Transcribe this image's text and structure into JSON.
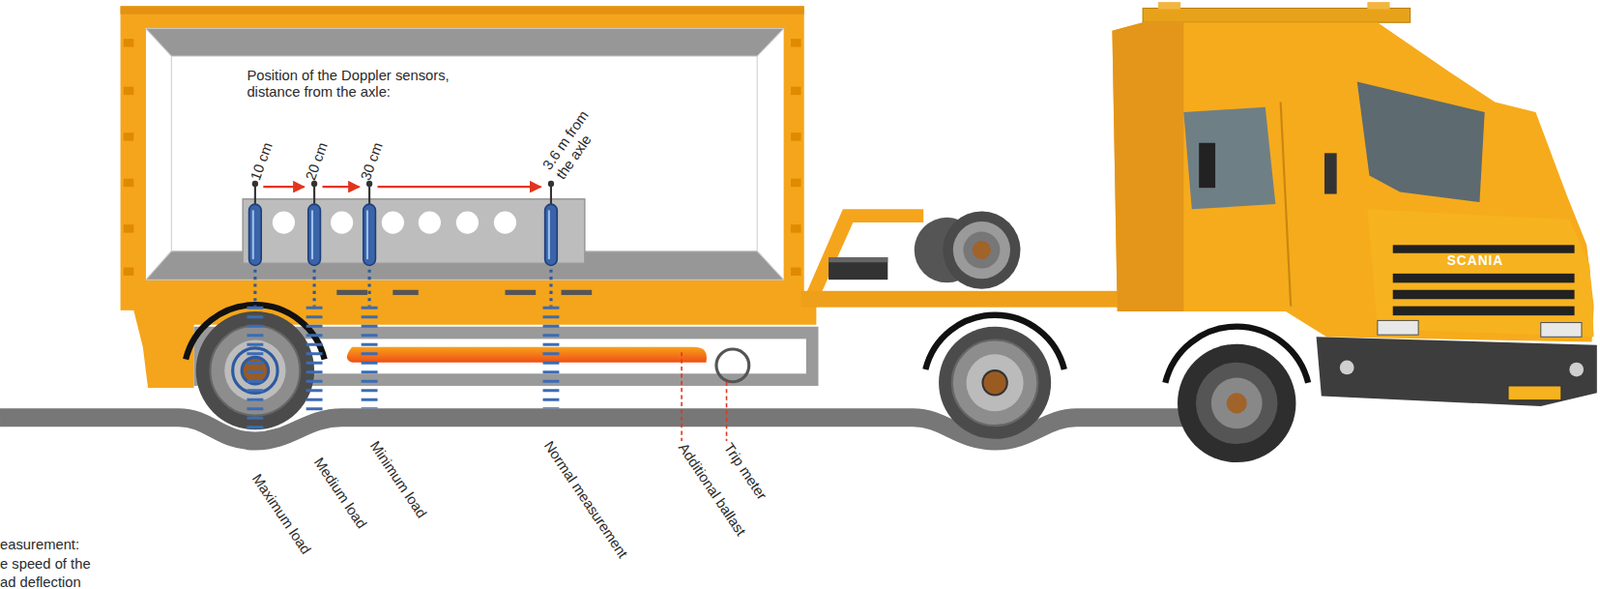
{
  "diagram": {
    "labels": [
      "Position of the Doppler sensors, distance from the axle:",
      "10 cm",
      "20 cm",
      "30 cm",
      "3.6 m from the axle",
      "Maximum load",
      "Medium load",
      "Minimum load",
      "Normal measurement",
      "Additional ballast",
      "Trip meter",
      "easurement:",
      "e speed of the",
      "ad deflection",
      "SCANIA"
    ]
  }
}
